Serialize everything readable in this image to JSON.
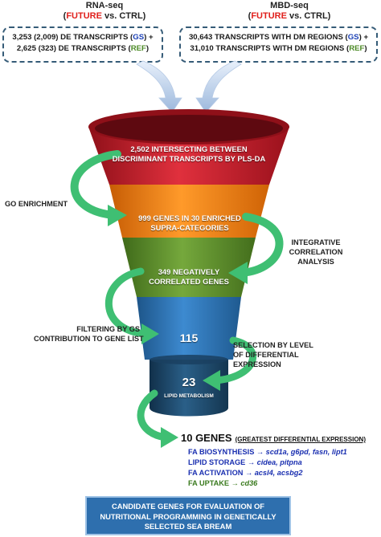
{
  "headers": {
    "rna_title": "RNA-seq",
    "rna_future": "FUTURE",
    "rna_vs": " vs. CTRL)",
    "mbd_title": "MBD-seq",
    "mbd_future": "FUTURE",
    "mbd_vs": " vs. CTRL)"
  },
  "rna_box": {
    "line1_a": "3,253 (2,009) DE TRANSCRIPTS (",
    "line1_gs": "GS",
    "line1_b": ") +",
    "line2_a": "2,625 (323) DE TRANSCRIPTS (",
    "line2_ref": "REF",
    "line2_b": ")"
  },
  "mbd_box": {
    "line1_a": "30,643 TRANSCRIPTS WITH DM REGIONS (",
    "line1_gs": "GS",
    "line1_b": ") +",
    "line2_a": "31,010 TRANSCRIPTS WITH DM REGIONS (",
    "line2_ref": "REF",
    "line2_b": ")"
  },
  "funnel": {
    "level1_line1": "2,502 INTERSECTING BETWEEN",
    "level1_line2": "DISCRIMINANT TRANSCRIPTS BY PLS-DA",
    "level2_line1": "999 GENES IN 30 ENRICHED",
    "level2_line2": "SUPRA-CATEGORIES",
    "level3_line1": "349 NEGATIVELY",
    "level3_line2": "CORRELATED GENES",
    "level4": "115",
    "level5_num": "23",
    "level5_sub": "LIPID METABOLISM"
  },
  "side_labels": {
    "go_enrichment": "GO ENRICHMENT",
    "integrative_1": "INTEGRATIVE",
    "integrative_2": "CORRELATION",
    "integrative_3": "ANALYSIS",
    "filtering_1": "FILTERING BY GS",
    "filtering_2": "CONTRIBUTION TO GENE LIST",
    "selection_1": "SELECTION BY LEVEL",
    "selection_2": "OF DIFFERENTIAL",
    "selection_3": "EXPRESSION"
  },
  "genes": {
    "title": "10 GENES",
    "subtitle": "(GREATEST DIFFERENTIAL EXPRESSION)",
    "rows": [
      {
        "category": "FA BIOSYNTHESIS",
        "arrow": " → ",
        "genes": "scd1a, g6pd, fasn, lipt1"
      },
      {
        "category": "LIPID STORAGE",
        "arrow": " → ",
        "genes": "cidea, pitpna"
      },
      {
        "category": "FA ACTIVATION",
        "arrow": " → ",
        "genes": "acsl4, acsbg2"
      },
      {
        "category": "FA UPTAKE",
        "arrow": " → ",
        "genes": "cd36"
      }
    ]
  },
  "final_box": {
    "line1": "CANDIDATE GENES FOR EVALUATION OF",
    "line2": "NUTRITIONAL PROGRAMMING IN GENETICALLY",
    "line3": "SELECTED SEA BREAM"
  },
  "colors": {
    "red": "#d32030",
    "orange": "#f7870f",
    "green": "#62922f",
    "blue": "#2f77b8",
    "navy": "#1f4b6e",
    "arrow_green": "#3fbf73",
    "future_red": "#e0201c",
    "gs_blue": "#1a3fb5",
    "ref_green": "#4c8a26"
  }
}
